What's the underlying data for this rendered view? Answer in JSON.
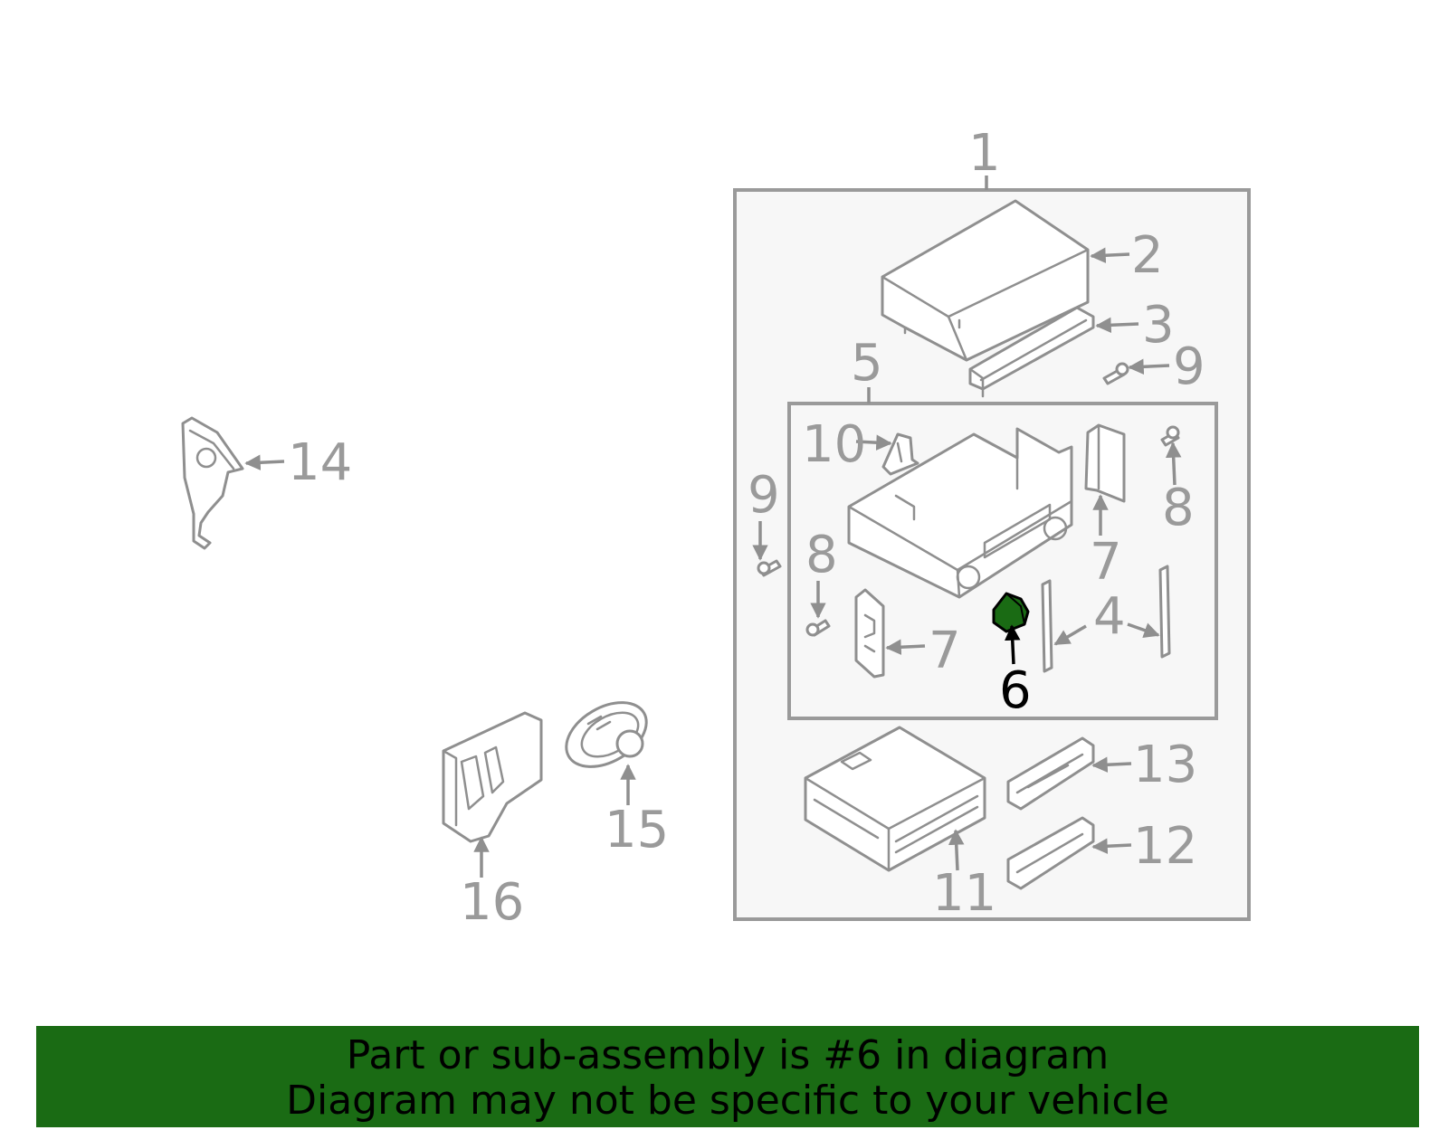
{
  "highlight_color": "#1a6b14",
  "callouts": {
    "c1": "1",
    "c2": "2",
    "c3": "3",
    "c4": "4",
    "c5": "5",
    "c6": "6",
    "c7a": "7",
    "c7b": "7",
    "c8a": "8",
    "c8b": "8",
    "c9a": "9",
    "c9b": "9",
    "c10": "10",
    "c11": "11",
    "c12": "12",
    "c13": "13",
    "c14": "14",
    "c15": "15",
    "c16": "16"
  },
  "banner": {
    "line1": "Part or sub-assembly is #6 in diagram",
    "line2": "Diagram may not be specific to your vehicle"
  }
}
